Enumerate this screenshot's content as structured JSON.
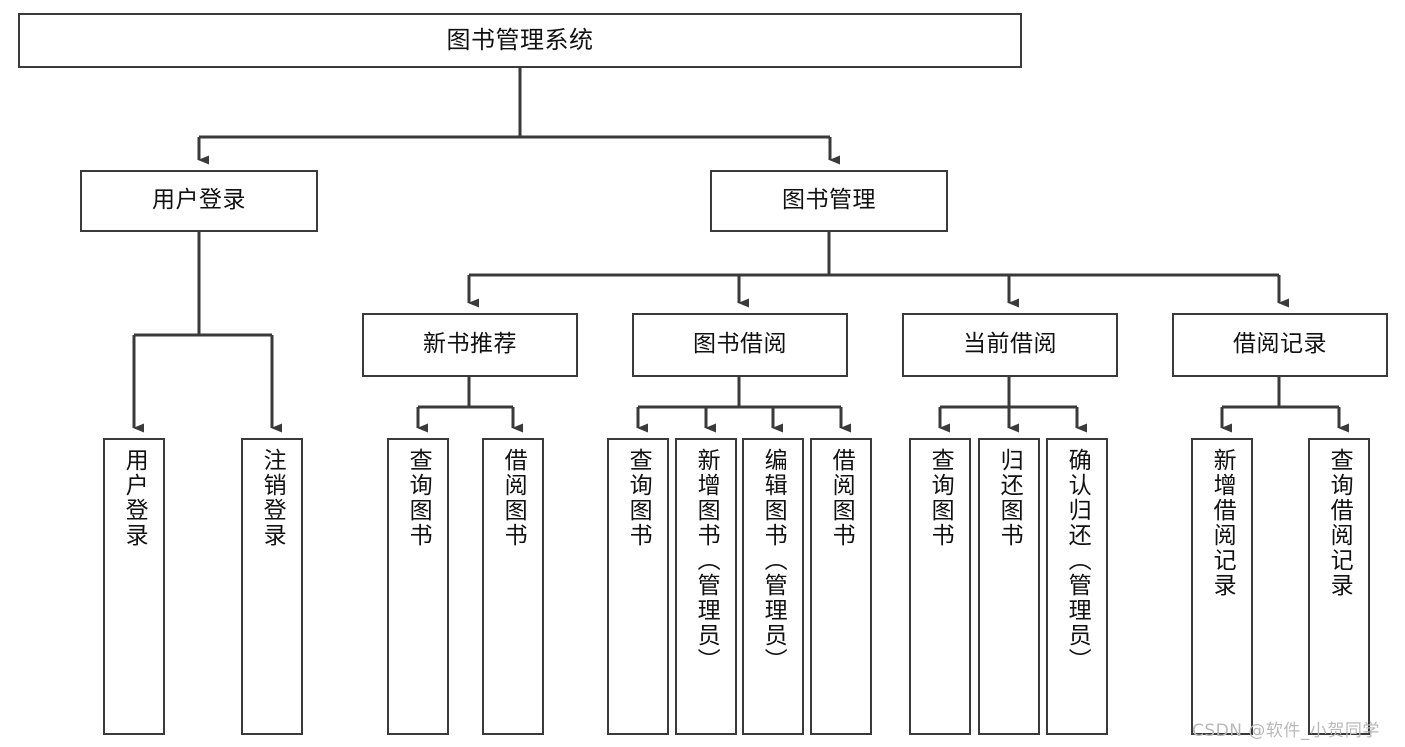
{
  "diagram": {
    "title": "图书管理系统",
    "type": "functional-structure-tree",
    "colors": {
      "box_border": "#3a3a3a",
      "box_fill": "#ffffff",
      "edge": "#3a3a3a",
      "text": "#111111",
      "watermark": "#b9b9b9",
      "background": "#ffffff"
    },
    "nodes": {
      "root": {
        "label": "图书管理系统"
      },
      "level2": [
        {
          "id": "user-login",
          "label": "用户登录"
        },
        {
          "id": "book-manage",
          "label": "图书管理"
        }
      ],
      "level3": [
        {
          "id": "new-book-recommend",
          "label": "新书推荐"
        },
        {
          "id": "book-borrow",
          "label": "图书借阅"
        },
        {
          "id": "current-borrow",
          "label": "当前借阅"
        },
        {
          "id": "borrow-record",
          "label": "借阅记录"
        }
      ],
      "leaves": {
        "user-login": [
          {
            "id": "leaf-user-login",
            "label": "用户登录"
          },
          {
            "id": "leaf-user-logout",
            "label": "注销登录"
          }
        ],
        "new-book-recommend": [
          {
            "id": "leaf-query-book-1",
            "label": "查询图书"
          },
          {
            "id": "leaf-borrow-book-1",
            "label": "借阅图书"
          }
        ],
        "book-borrow": [
          {
            "id": "leaf-query-book-2",
            "label": "查询图书"
          },
          {
            "id": "leaf-add-book",
            "label": "新增图书（管理员）"
          },
          {
            "id": "leaf-edit-book",
            "label": "编辑图书（管理员）"
          },
          {
            "id": "leaf-borrow-book-2",
            "label": "借阅图书"
          }
        ],
        "current-borrow": [
          {
            "id": "leaf-query-book-3",
            "label": "查询图书"
          },
          {
            "id": "leaf-return-book",
            "label": "归还图书"
          },
          {
            "id": "leaf-confirm-return",
            "label": "确认归还（管理员）"
          }
        ],
        "borrow-record": [
          {
            "id": "leaf-add-record",
            "label": "新增借阅记录"
          },
          {
            "id": "leaf-query-record",
            "label": "查询借阅记录"
          }
        ]
      }
    },
    "watermark": "CSDN @软件_小贺同学"
  }
}
